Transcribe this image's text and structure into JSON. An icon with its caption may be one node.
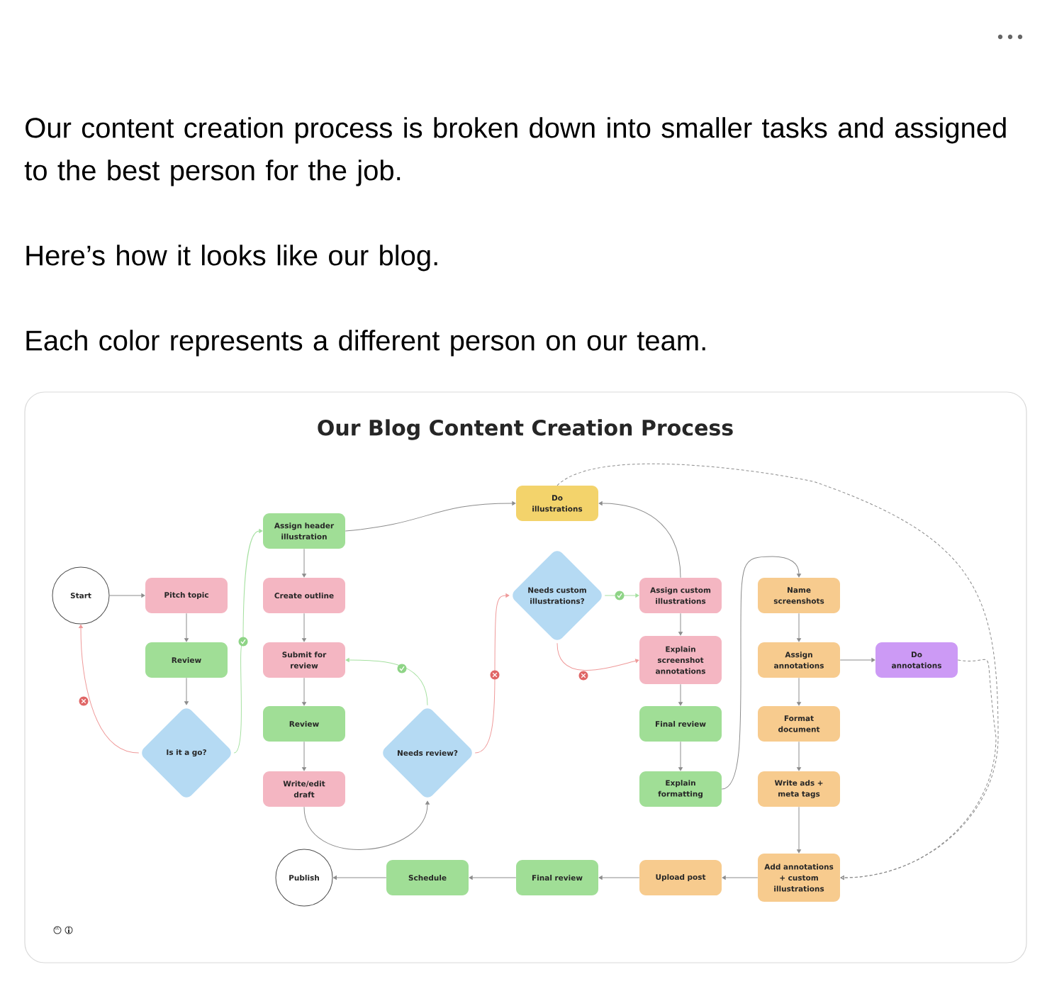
{
  "diagram": {
    "title": "Our Blog Content Creation Process",
    "nodes": [
      {
        "text": [
          "Start"
        ]
      },
      {
        "text": [
          "Pitch topic"
        ]
      },
      {
        "text": [
          "Review"
        ]
      },
      {
        "text": [
          "Is it a go?"
        ]
      },
      {
        "text": [
          "Assign header illustration"
        ]
      },
      {
        "text": [
          "Create outline"
        ]
      },
      {
        "text": [
          "Submit for review"
        ]
      },
      {
        "text": [
          "Review"
        ]
      },
      {
        "text": [
          "Write/edit draft"
        ]
      },
      {
        "text": [
          "Needs review?"
        ]
      },
      {
        "text": [
          "Do illustrations"
        ]
      },
      {
        "text": [
          "Needs custom illustrations?"
        ]
      },
      {
        "text": [
          "Assign custom illustrations"
        ]
      },
      {
        "text": [
          "Explain screenshot annotations"
        ]
      },
      {
        "text": [
          "Final review"
        ]
      },
      {
        "text": [
          "Explain formatting"
        ]
      },
      {
        "text": [
          "Name screenshots"
        ]
      },
      {
        "text": [
          "Assign annotations"
        ]
      },
      {
        "text": [
          "Do annotations"
        ]
      },
      {
        "text": [
          "Format document"
        ]
      },
      {
        "text": [
          "Write ads + meta tags"
        ]
      },
      {
        "text": [
          "Add annotations + custom illustrations"
        ]
      },
      {
        "text": [
          "Upload post"
        ]
      },
      {
        "text": [
          "Final review"
        ]
      },
      {
        "text": [
          "Schedule"
        ]
      },
      {
        "text": [
          "Publish"
        ]
      }
    ],
    "edges": [
      {
        "from": 0,
        "to": 1,
        "arrow": "to"
      },
      {
        "from": 1,
        "to": 2,
        "arrow": "to"
      },
      {
        "from": 2,
        "to": 3,
        "arrow": "to"
      },
      {
        "from": 3,
        "to": 0,
        "arrow": "to",
        "color": "#ef9a9a"
      },
      {
        "from": 3,
        "to": 4,
        "arrow": "to",
        "color": "#a5e0a0"
      },
      {
        "from": 4,
        "to": 5,
        "arrow": "to"
      },
      {
        "from": 5,
        "to": 6,
        "arrow": "to"
      },
      {
        "from": 6,
        "to": 7,
        "arrow": "to"
      },
      {
        "from": 7,
        "to": 8,
        "arrow": "to"
      },
      {
        "from": 8,
        "to": 9,
        "arrow": "to"
      },
      {
        "from": 9,
        "to": 6,
        "arrow": "to",
        "color": "#a5e0a0"
      },
      {
        "from": 9,
        "to": 11,
        "arrow": "to",
        "color": "#ef9a9a"
      },
      {
        "from": 4,
        "to": 10,
        "arrow": "to"
      },
      {
        "from": 11,
        "to": 12,
        "arrow": "to",
        "color": "#a5e0a0"
      },
      {
        "from": 11,
        "to": 13,
        "arrow": "to",
        "color": "#ef9a9a"
      },
      {
        "from": 12,
        "to": 10,
        "arrow": "to"
      },
      {
        "from": 12,
        "to": 13,
        "arrow": "to"
      },
      {
        "from": 13,
        "to": 14,
        "arrow": "to"
      },
      {
        "from": 14,
        "to": 15,
        "arrow": "to"
      },
      {
        "from": 15,
        "to": 16,
        "arrow": "to"
      },
      {
        "from": 16,
        "to": 17,
        "arrow": "to"
      },
      {
        "from": 17,
        "to": 18,
        "arrow": "to"
      },
      {
        "from": 17,
        "to": 19,
        "arrow": "to"
      },
      {
        "from": 19,
        "to": 20,
        "arrow": "to"
      },
      {
        "from": 20,
        "to": 21,
        "arrow": "to"
      },
      {
        "from": 18,
        "to": 21,
        "arrow": "to",
        "style": "dashed"
      },
      {
        "from": 10,
        "to": 21,
        "arrow": "to",
        "style": "dashed"
      },
      {
        "from": 21,
        "to": 22,
        "arrow": "to"
      },
      {
        "from": 22,
        "to": 23,
        "arrow": "to"
      },
      {
        "from": 23,
        "to": 24,
        "arrow": "to"
      },
      {
        "from": 24,
        "to": 25,
        "arrow": "to"
      }
    ],
    "labels": [
      "Our content creation process is broken down into smaller tasks and assigned to the best person for the job.",
      "Here’s how it looks like our blog.",
      "Each color represents a different person on our team."
    ]
  }
}
